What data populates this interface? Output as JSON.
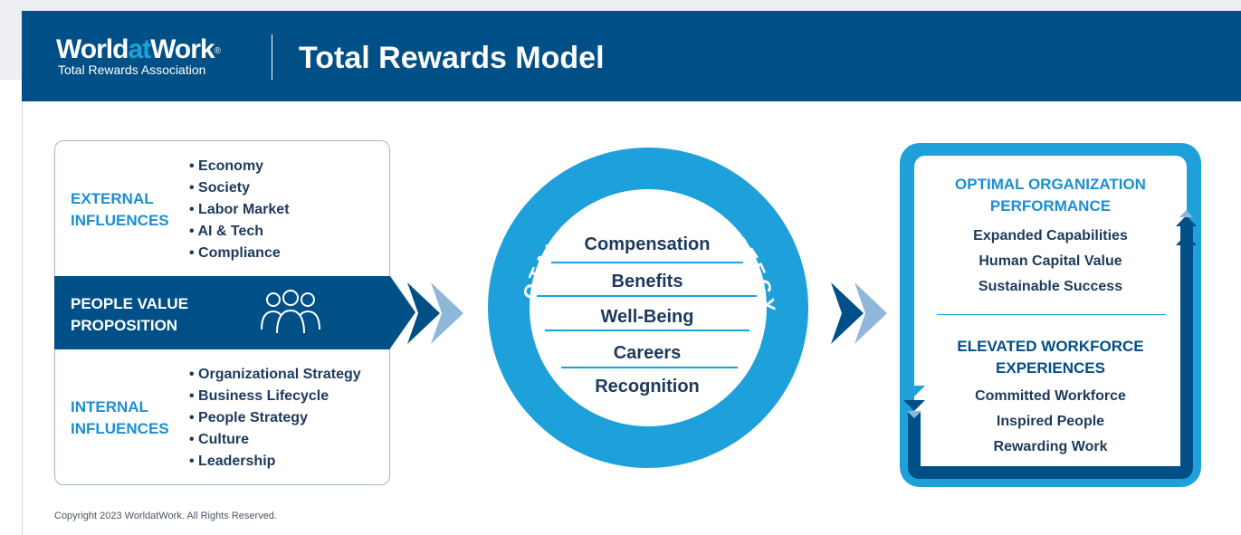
{
  "header": {
    "logo_world": "World",
    "logo_at": "at",
    "logo_work": "Work",
    "logo_reg": "®",
    "logo_tagline": "Total Rewards Association",
    "title": "Total Rewards Model"
  },
  "left": {
    "external": {
      "title_line1": "EXTERNAL",
      "title_line2": "INFLUENCES",
      "items": [
        "Economy",
        "Society",
        "Labor Market",
        "AI & Tech",
        "Compliance"
      ]
    },
    "people_value": {
      "line1": "PEOPLE VALUE",
      "line2": "PROPOSITION",
      "icon": "people-group-icon"
    },
    "internal": {
      "title_line1": "INTERNAL",
      "title_line2": "INFLUENCES",
      "items": [
        "Organizational Strategy",
        "Business Lifecycle",
        "People Strategy",
        "Culture",
        "Leadership"
      ]
    }
  },
  "center": {
    "arc_text": "TOTAL REWARDS STRATEGY",
    "items": [
      "Compensation",
      "Benefits",
      "Well-Being",
      "Careers",
      "Recognition"
    ]
  },
  "right": {
    "top_title_line1": "OPTIMAL ORGANIZATION",
    "top_title_line2": "PERFORMANCE",
    "top_items": [
      "Expanded Capabilities",
      "Human Capital Value",
      "Sustainable Success"
    ],
    "bottom_title_line1": "ELEVATED WORKFORCE",
    "bottom_title_line2": "EXPERIENCES",
    "bottom_items": [
      "Committed Workforce",
      "Inspired People",
      "Rewarding Work"
    ]
  },
  "footer": {
    "copyright": "Copyright 2023 WorldatWork. All Rights Reserved."
  },
  "colors": {
    "navy": "#004f86",
    "bright_blue": "#1ea0db",
    "light_blue": "#8fb7d9",
    "text_dark": "#1d3a5c"
  }
}
